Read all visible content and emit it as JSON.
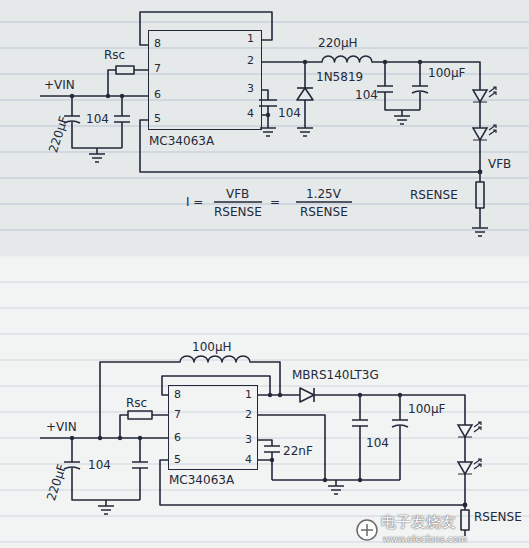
{
  "diagram": {
    "nodes": [
      {
        "text": [
          "8",
          "7",
          "6",
          "5",
          "1",
          "2",
          "3",
          "4",
          "MC34063A"
        ]
      },
      {
        "text": [
          "8",
          "7",
          "6",
          "5",
          "1",
          "2",
          "3",
          "4",
          "MC34063A"
        ]
      }
    ],
    "labels": [
      "220μH",
      "Rsc",
      "+VIN",
      "1N5819",
      "104",
      "104",
      "220μF",
      "104",
      "100μF",
      "VFB",
      "I =",
      "VFB",
      "RSENSE",
      "=",
      "1.25V",
      "RSENSE",
      "RSENSE",
      "100μH",
      "MBRS140LT3G",
      "Rsc",
      "+VIN",
      "104",
      "100μF",
      "22nF",
      "220μF",
      "104",
      "RSENSE",
      "电子发烧友",
      "www.elecfans.com"
    ]
  }
}
